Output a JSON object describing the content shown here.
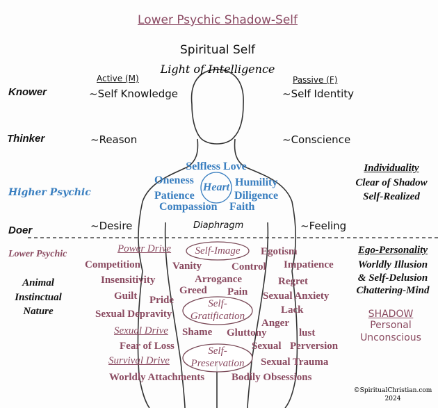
{
  "title": "Lower Psychic Shadow-Self",
  "header": {
    "spiritual_self": "Spiritual Self",
    "light": "Light of Intelligence",
    "active": "Active (M)",
    "passive": "Passive (F)"
  },
  "levels": {
    "knower": "Knower",
    "thinker": "Thinker",
    "higher_psychic": "Higher Psychic",
    "doer": "Doer",
    "lower_psychic": "Lower Psychic",
    "animal": [
      "Animal",
      "Instinctual",
      "Nature"
    ]
  },
  "qualities": {
    "self_knowledge": "~Self Knowledge",
    "self_identity": "~Self Identity",
    "reason": "~Reason",
    "conscience": "~Conscience",
    "desire": "~Desire",
    "feeling": "~Feeling",
    "diaphragm": "Diaphragm"
  },
  "higher": {
    "selfless_love": "Selfless Love",
    "oneness": "Oneness",
    "patience": "Patience",
    "compassion": "Compassion",
    "heart": "Heart",
    "humility": "Humility",
    "diligence": "Diligence",
    "faith": "Faith"
  },
  "individuality": {
    "title": "Individuality",
    "line1": "Clear of Shadow",
    "line2": "Self-Realized"
  },
  "ego": {
    "title": "Ego-Personality",
    "line1": "Worldly Illusion",
    "line2": "& Self-Delusion",
    "line3": "Chattering-Mind"
  },
  "shadow": {
    "title": "SHADOW",
    "line1": "Personal",
    "line2": "Unconscious"
  },
  "centers": {
    "self_image": "Self-Image",
    "self_gratification": [
      "Self-",
      "Gratification"
    ],
    "self_preservation": [
      "Self-",
      "Preservation"
    ]
  },
  "drives": {
    "power": "Power Drive",
    "sexual": "Sexual Drive",
    "survival": "Survival Drive"
  },
  "traits": {
    "egotism": "Egotism",
    "competition": "Competition",
    "vanity": "Vanity",
    "control": "Control",
    "impatience": "Impatience",
    "insensitivity": "Insensitivity",
    "arrogance": "Arrogance",
    "regret": "Regret",
    "greed": "Greed",
    "pain": "Pain",
    "guilt": "Guilt",
    "pride": "Pride",
    "sexual_anxiety": "Sexual Anxiety",
    "lack": "Lack",
    "sexual_depravity": "Sexual Depravity",
    "anger": "Anger",
    "shame": "Shame",
    "gluttony": "Gluttony",
    "lust": "lust",
    "fear_of_loss": "Fear of Loss",
    "sexual": "Sexual",
    "perversion": "Perversion",
    "sexual_trauma": "Sexual Trauma",
    "worldly_attachments": "Worldly Attachments",
    "bodily_obsessions": "Bodily Obsessions"
  },
  "copyright": {
    "line1": "©SpiritualChristian.com",
    "line2": "2024"
  }
}
